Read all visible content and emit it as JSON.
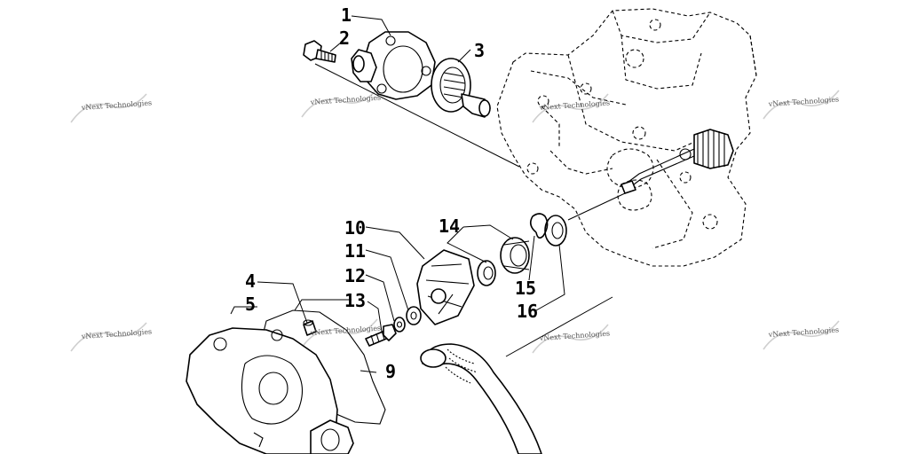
{
  "callouts": {
    "c1": "1",
    "c2": "2",
    "c3": "3",
    "c4": "4",
    "c5": "5",
    "c9": "9",
    "c10": "10",
    "c11": "11",
    "c12": "12",
    "c13": "13",
    "c14": "14",
    "c15": "15",
    "c16": "16"
  },
  "watermark": {
    "text": "vNext Technologies"
  }
}
